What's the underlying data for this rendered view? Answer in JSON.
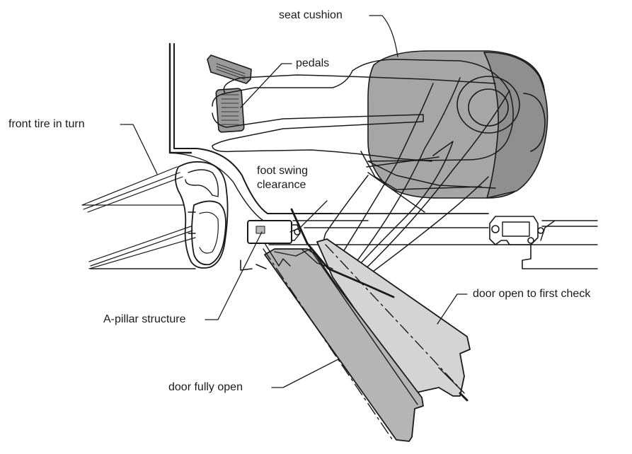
{
  "labels": {
    "seat_cushion": "seat cushion",
    "pedals": "pedals",
    "front_tire": "front tire in turn",
    "foot_swing": "foot swing clearance",
    "a_pillar": "A-pillar structure",
    "door_first_check": "door open to first check",
    "door_fully_open": "door fully open"
  },
  "colors": {
    "line": "#1a1a1a",
    "seat_fill": "#a6a6a6",
    "door_open_fill": "#b5b5b5",
    "door_check_fill": "#d4d4d4",
    "pedal_fill": "#9a9a9a"
  }
}
